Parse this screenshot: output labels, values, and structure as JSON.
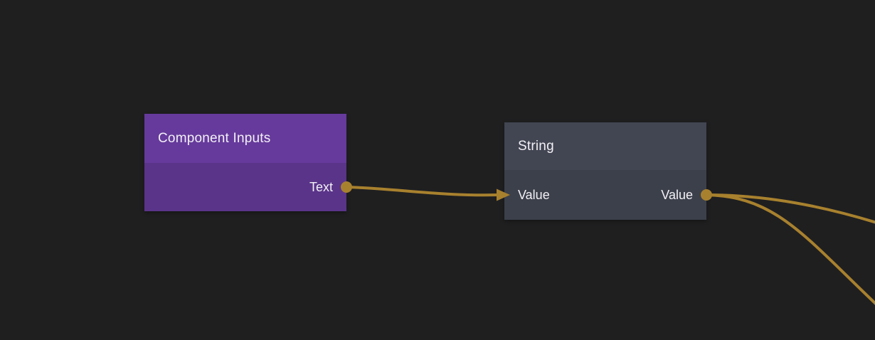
{
  "canvas": {
    "background_color": "#1f1f20",
    "wire_color": "#a8812e",
    "text_color": "#f2f0f5"
  },
  "nodes": [
    {
      "title": "Component Inputs",
      "header_color": "#663a9c",
      "body_color": "#5a3489",
      "inputs": [],
      "outputs": [
        {
          "label": "Text"
        }
      ]
    },
    {
      "title": "String",
      "header_color": "#424552",
      "body_color": "#3c404b",
      "inputs": [
        {
          "label": "Value"
        }
      ],
      "outputs": [
        {
          "label": "Value"
        }
      ]
    }
  ],
  "connections": [
    {
      "from": "Component Inputs.Text",
      "to": "String.Value"
    },
    {
      "from": "String.Value",
      "to": "offscreen-right-upper"
    },
    {
      "from": "String.Value",
      "to": "offscreen-right-lower"
    }
  ]
}
